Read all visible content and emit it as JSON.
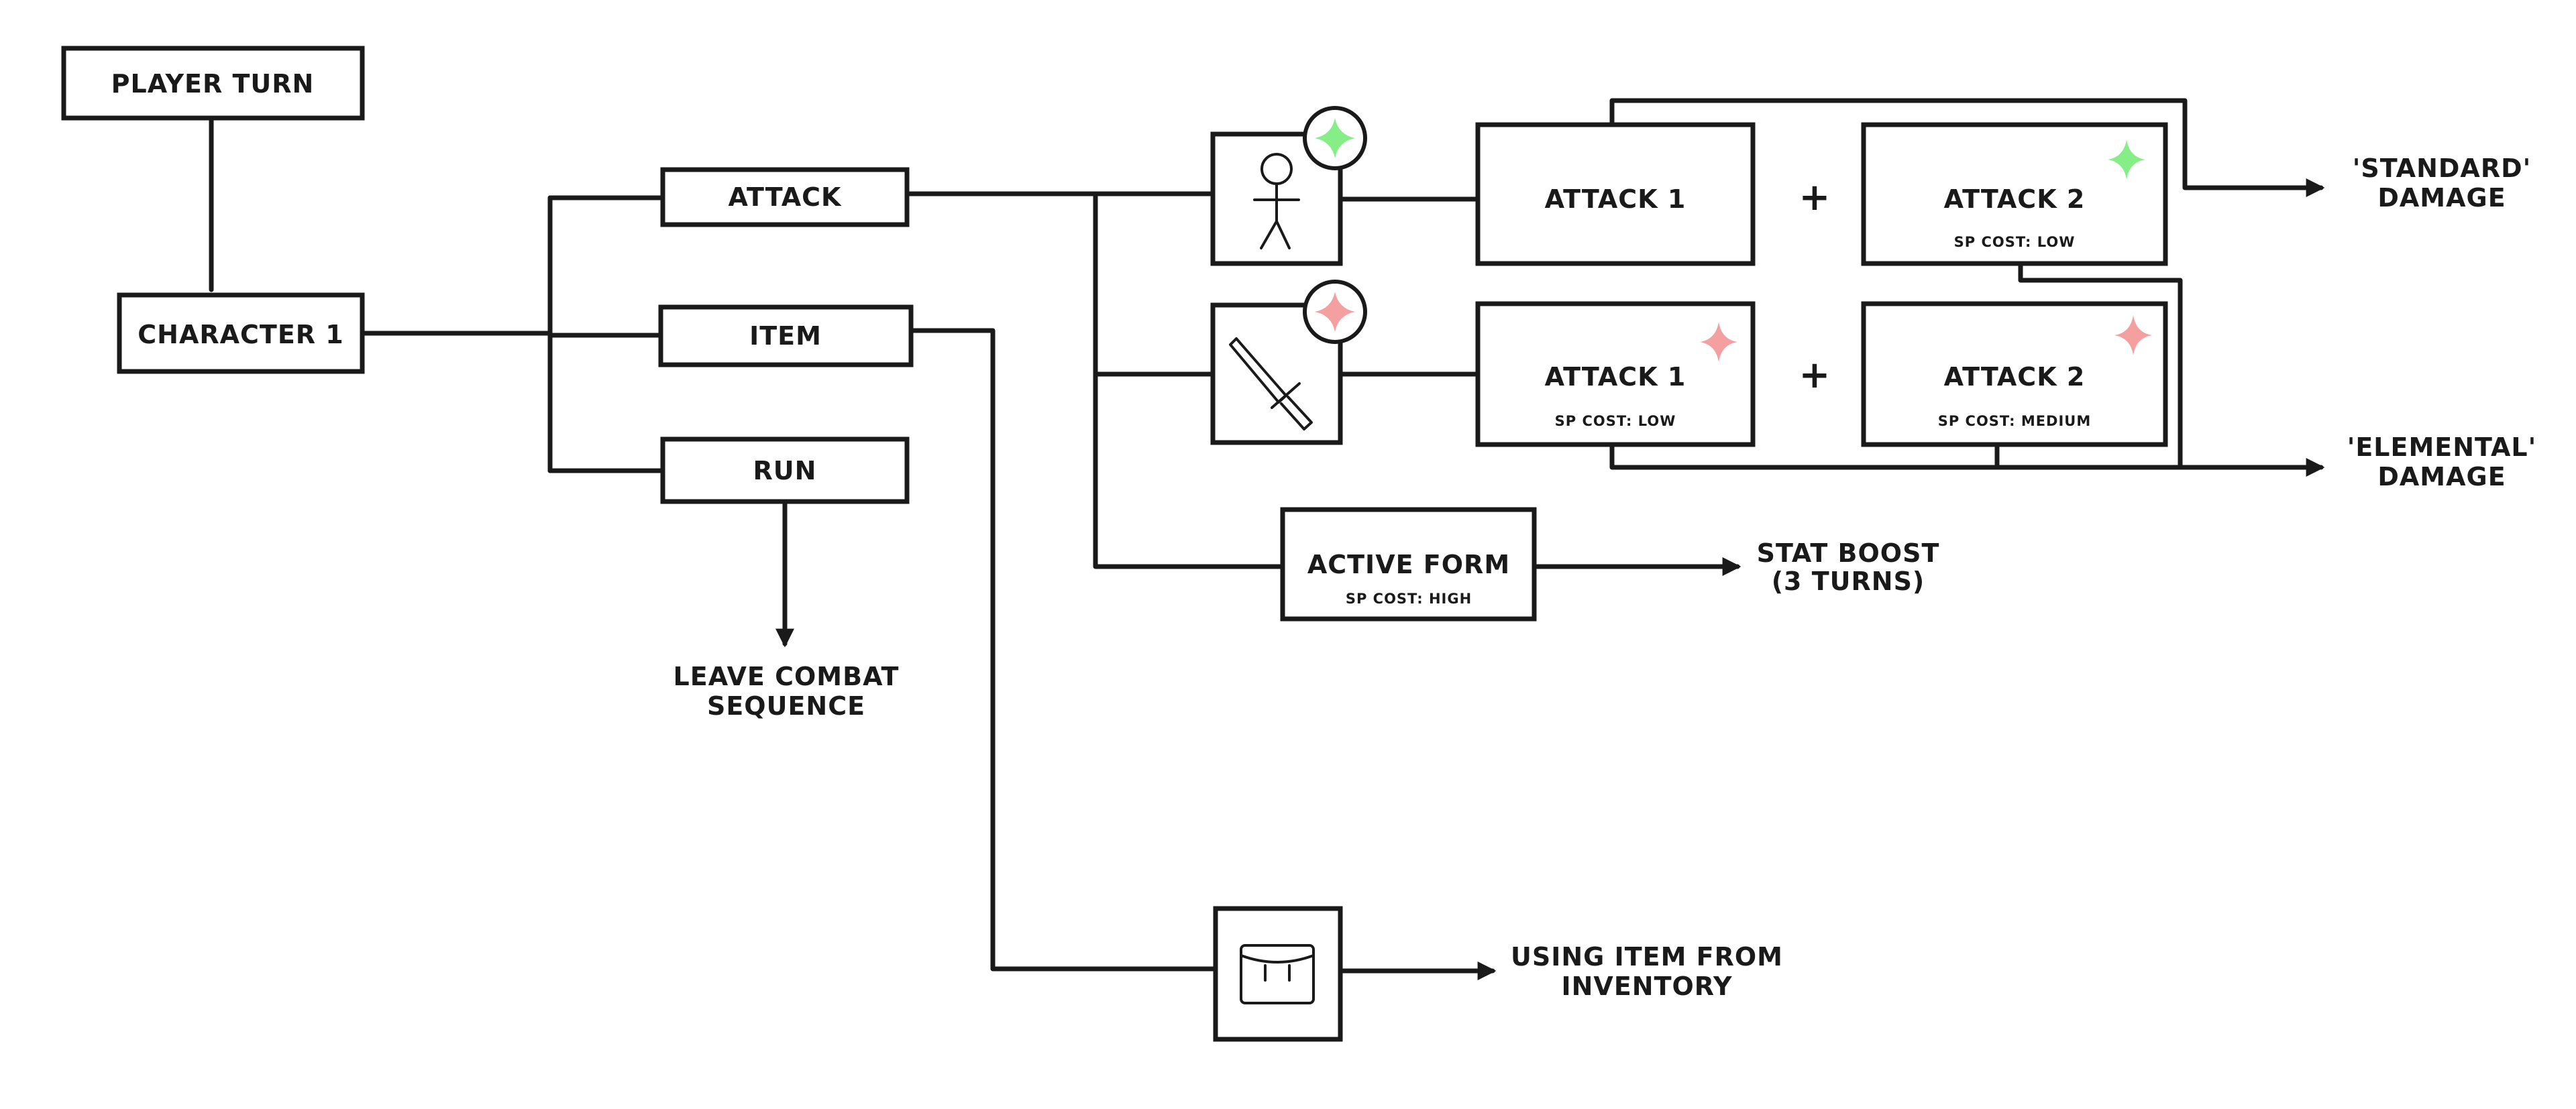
{
  "nodes": {
    "player_turn": "PLAYER TURN",
    "character": "CHARACTER 1",
    "attack": "ATTACK",
    "item": "ITEM",
    "run": "RUN",
    "std_attack1": "ATTACK 1",
    "std_attack2": "ATTACK 2",
    "std_attack2_cost": "SP COST: LOW",
    "el_attack1": "ATTACK 1",
    "el_attack1_cost": "SP COST: LOW",
    "el_attack2": "ATTACK 2",
    "el_attack2_cost": "SP COST: MEDIUM",
    "active_form": "ACTIVE FORM",
    "active_form_cost": "SP COST: HIGH",
    "plus": "+"
  },
  "outcomes": {
    "standard_1": "'STANDARD'",
    "standard_2": "DAMAGE",
    "elemental_1": "'ELEMENTAL'",
    "elemental_2": "DAMAGE",
    "stat_1": "STAT BOOST",
    "stat_2": "(3 TURNS)",
    "leave_1": "LEAVE COMBAT",
    "leave_2": "SEQUENCE",
    "inventory_1": "USING ITEM FROM",
    "inventory_2": "INVENTORY"
  },
  "icons": {
    "standard": "stick-figure-icon",
    "elemental": "sword-icon",
    "inventory": "bag-icon",
    "sparkle_green": "#86ee86",
    "sparkle_red": "#f4a0a0"
  }
}
